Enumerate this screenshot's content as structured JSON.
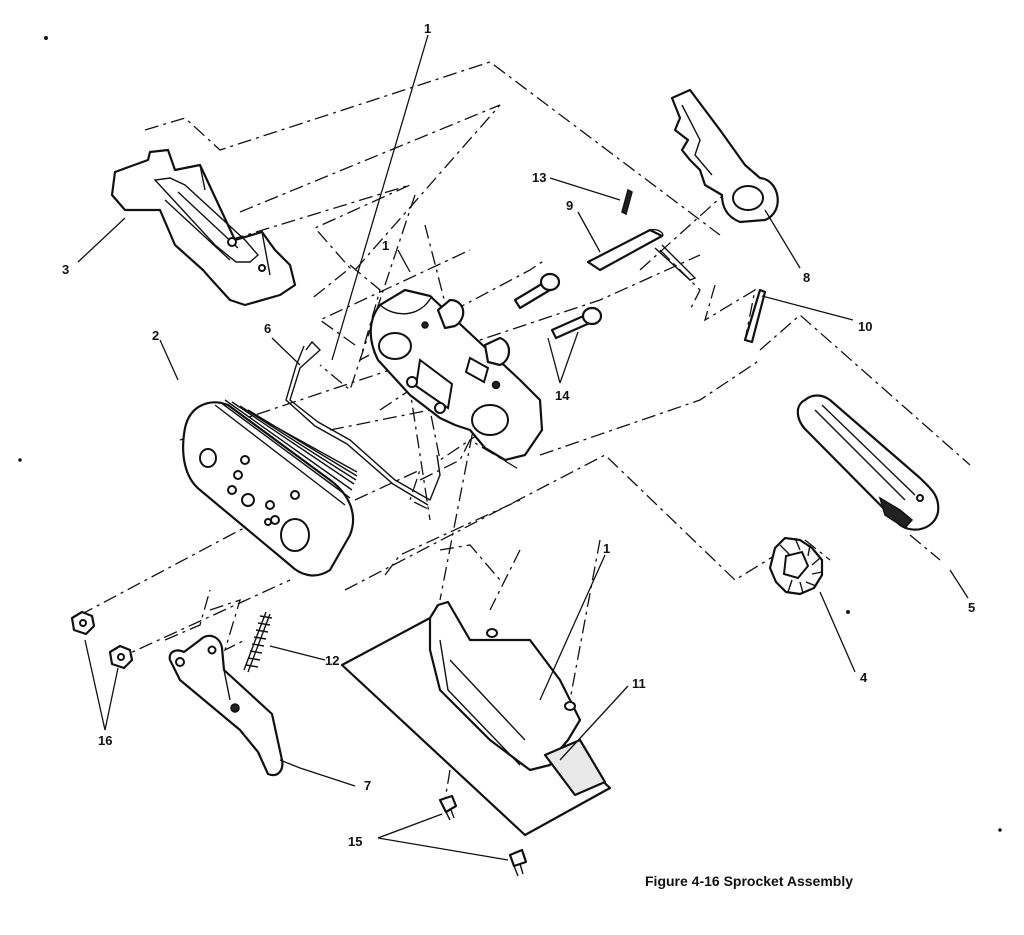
{
  "figure": {
    "caption": "Figure 4-16  Sprocket Assembly"
  },
  "callouts": {
    "c1_top": "1",
    "c1": "1",
    "c1_right": "1",
    "c2": "2",
    "c3": "3",
    "c4": "4",
    "c5": "5",
    "c6": "6",
    "c7": "7",
    "c8": "8",
    "c9": "9",
    "c10": "10",
    "c11": "11",
    "c12": "12",
    "c13": "13",
    "c14": "14",
    "c15": "15",
    "c16": "16"
  }
}
